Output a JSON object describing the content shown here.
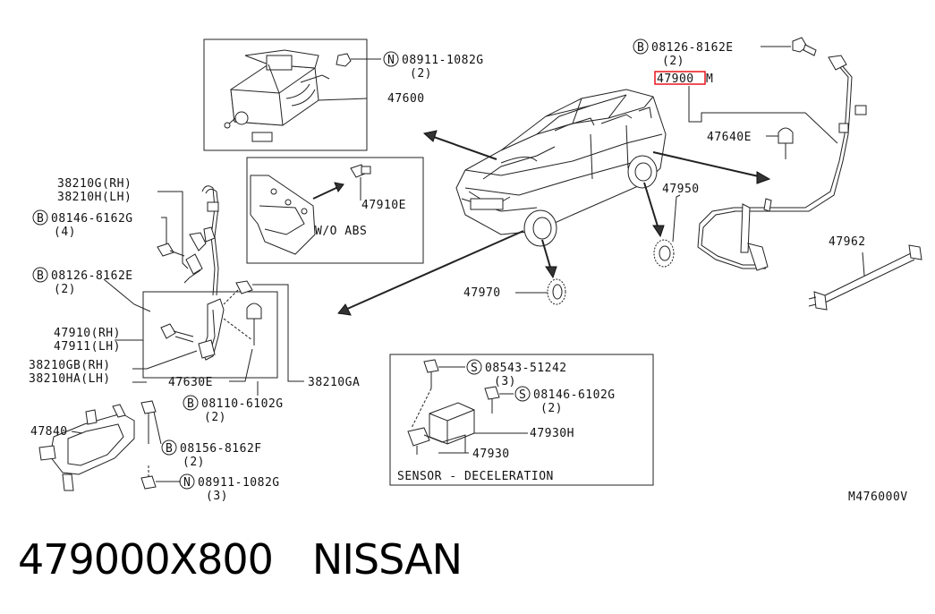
{
  "labels": {
    "p08911_top": "08911-1082G",
    "q2_a": "(2)",
    "p47600": "47600",
    "p08126_top": "08126-8162E",
    "q2_b": "(2)",
    "p47900": "47900",
    "p47900_suffix": "M",
    "p47640E": "47640E",
    "p47950": "47950",
    "p47962": "47962",
    "p47970": "47970",
    "p47910E": "47910E",
    "wo_abs": "W/O ABS",
    "p38210G": "38210G(RH)",
    "p38210H": "38210H(LH)",
    "p08146_left": "08146-6162G",
    "q4": "(4)",
    "p08126_left": "08126-8162E",
    "q2_c": "(2)",
    "p47910": "47910(RH)",
    "p47911": "47911(LH)",
    "p38210GB": "38210GB(RH)",
    "p38210HA": "38210HA(LH)",
    "p47630E": "47630E",
    "p38210GA": "38210GA",
    "p08110": "08110-6102G",
    "q2_d": "(2)",
    "p47840": "47840",
    "p08156": "08156-8162F",
    "q2_e": "(2)",
    "p08911_bot": "08911-1082G",
    "q3_a": "(3)",
    "p08543": "08543-51242",
    "q3_b": "(3)",
    "p08146_right": "08146-6102G",
    "q2_f": "(2)",
    "p47930H": "47930H",
    "p47930": "47930",
    "sensor_caption": "SENSOR - DECELERATION",
    "code": "M476000V"
  },
  "symbols": {
    "N": "N",
    "B": "B",
    "S": "S"
  },
  "footer": {
    "part_number": "479000X800",
    "brand": "NISSAN"
  },
  "colors": {
    "highlight": "#e8141c"
  }
}
